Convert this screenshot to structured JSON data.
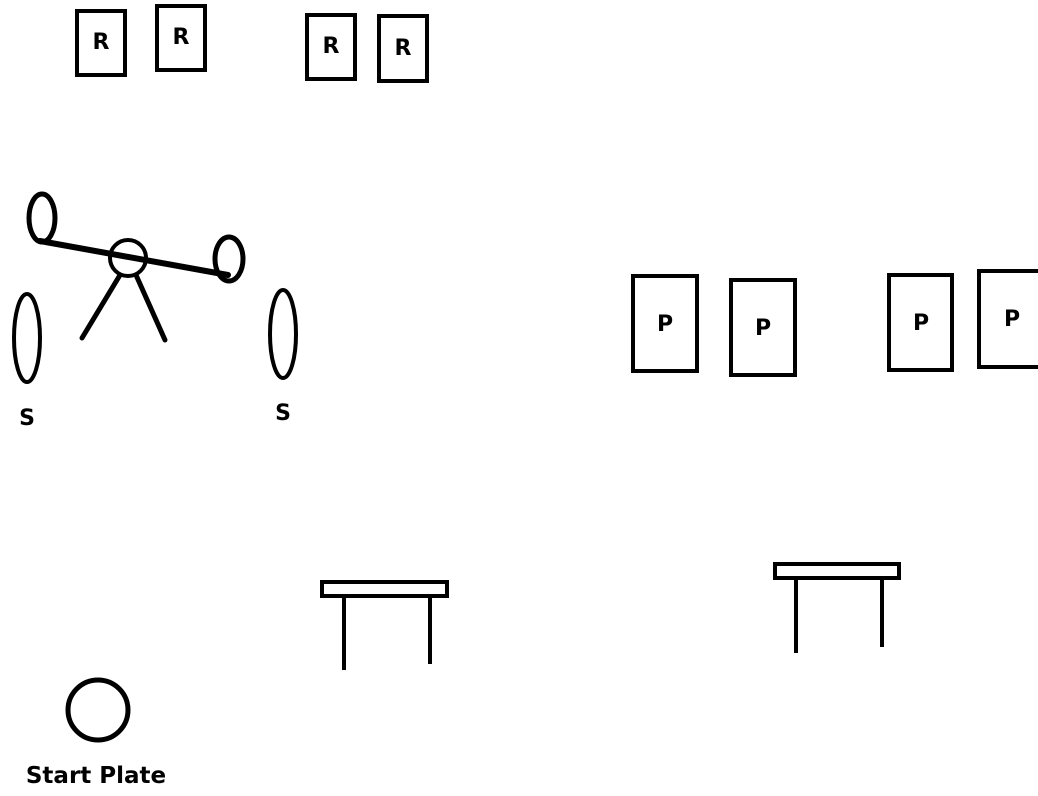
{
  "diagram": {
    "target_rect_label": "R",
    "target_popper_label": "P",
    "steel_label": "S",
    "start_plate_label": "Start Plate",
    "stroke_color": "#000000",
    "background_color": "#ffffff"
  }
}
